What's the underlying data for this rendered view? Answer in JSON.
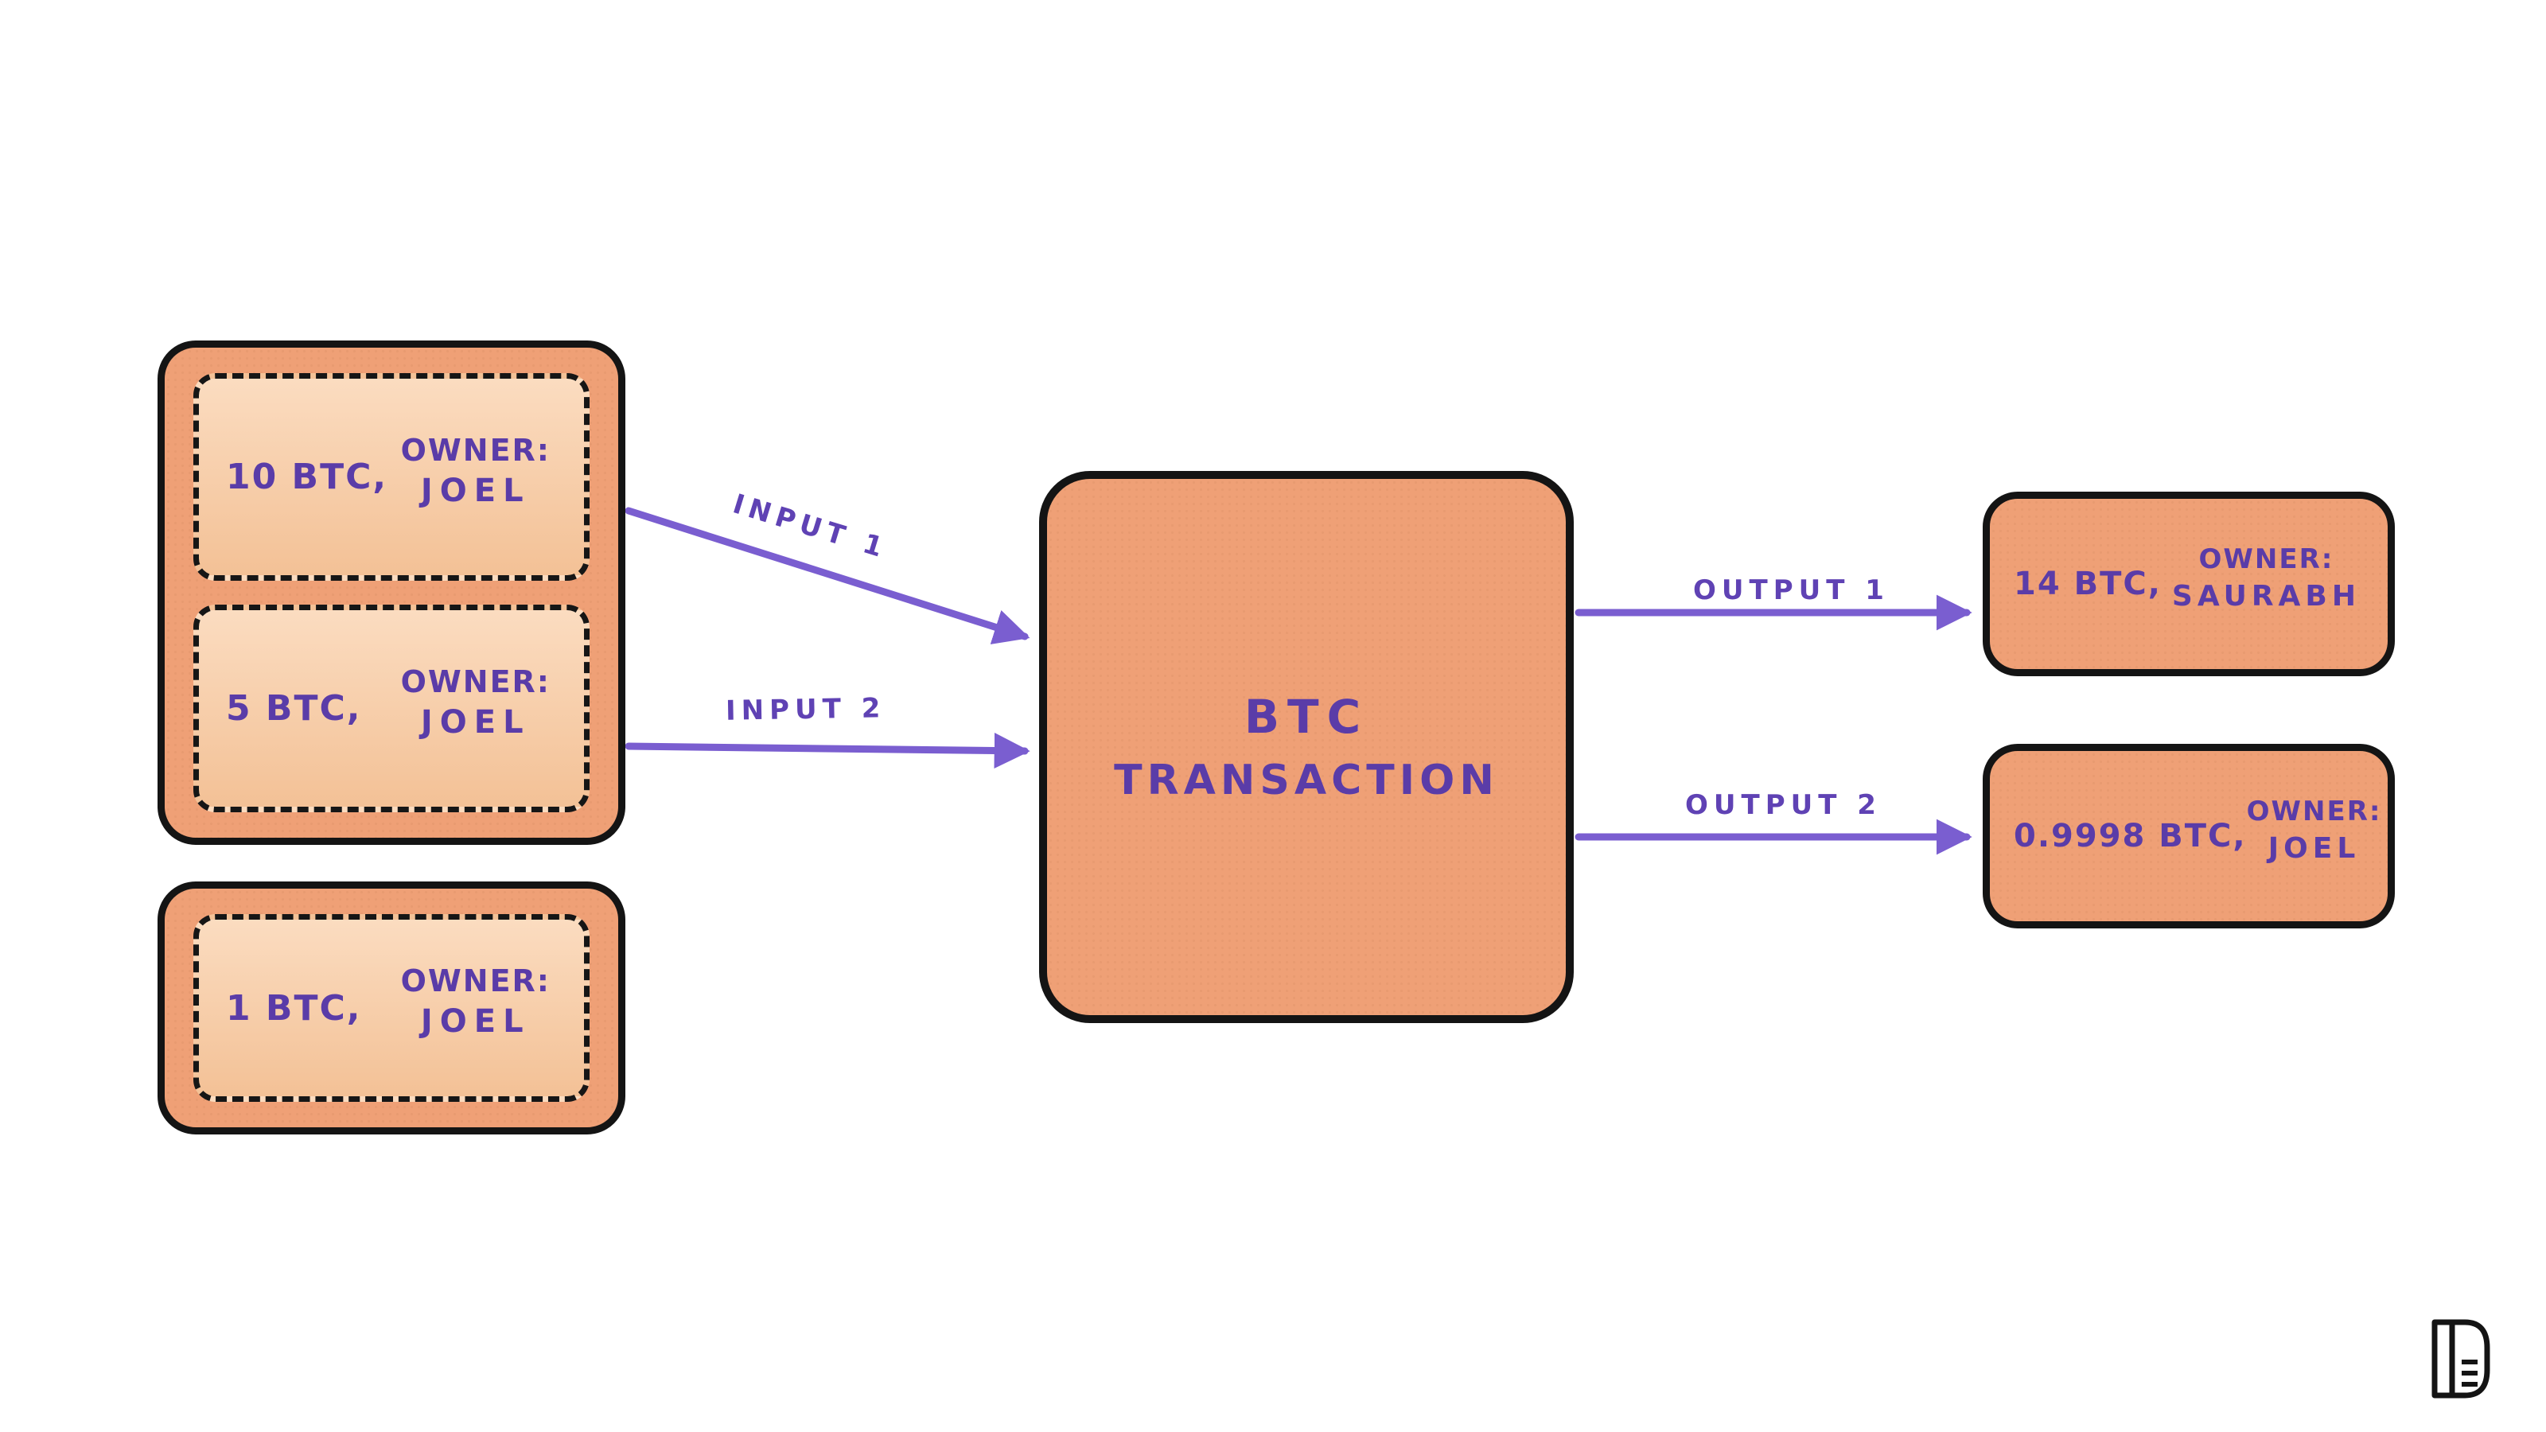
{
  "colors": {
    "box_fill": "#efa076",
    "utxo_fill_top": "#fbdcc0",
    "utxo_fill_bottom": "#f3c196",
    "outline": "#141414",
    "purple_text": "#5a3ca8",
    "purple_arrow": "#7a5ed0"
  },
  "utxo_groups": [
    {
      "items": [
        {
          "amount": "10 BTC,",
          "owner_label": "OWNER:",
          "owner": "JOEL"
        },
        {
          "amount": "5 BTC,",
          "owner_label": "OWNER:",
          "owner": "JOEL"
        }
      ]
    },
    {
      "items": [
        {
          "amount": "1 BTC,",
          "owner_label": "OWNER:",
          "owner": "JOEL"
        }
      ]
    }
  ],
  "transaction": {
    "line1": "BTC",
    "line2": "TRANSACTION"
  },
  "arrows": [
    {
      "label": "INPUT 1"
    },
    {
      "label": "INPUT 2"
    },
    {
      "label": "OUTPUT 1"
    },
    {
      "label": "OUTPUT 2"
    }
  ],
  "outputs": [
    {
      "amount": "14 BTC,",
      "owner_label": "OWNER:",
      "owner": "SAURABH"
    },
    {
      "amount": "0.9998 BTC,",
      "owner_label": "OWNER:",
      "owner": "JOEL"
    }
  ]
}
